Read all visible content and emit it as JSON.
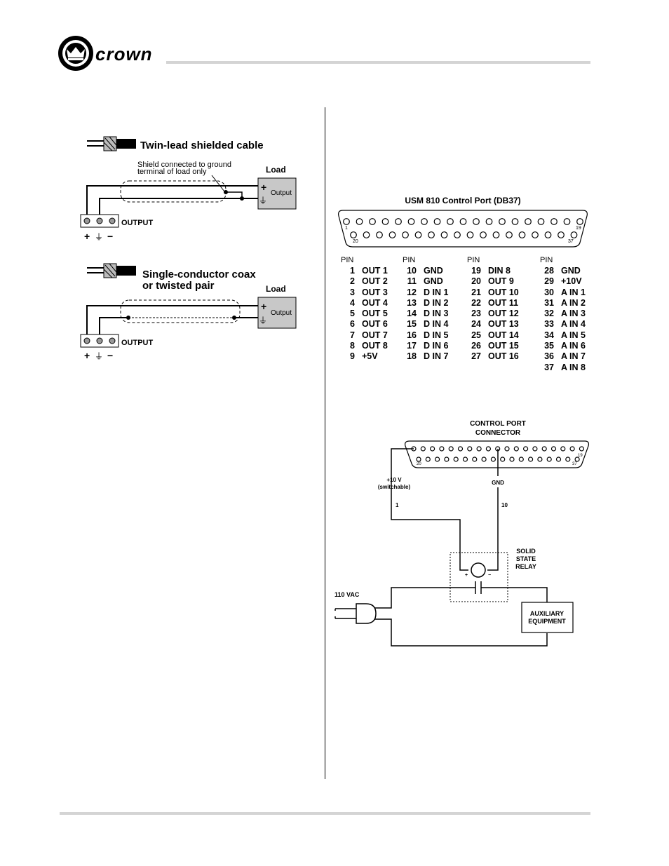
{
  "header": {
    "brand": "crown",
    "logo": "crown-logo-icon"
  },
  "diagram1": {
    "title": "Twin-lead shielded cable",
    "note_line1": "Shield connected to ground",
    "note_line2": "terminal of load only",
    "load_label": "Load",
    "output_box_label": "Output",
    "terminal_label": "OUTPUT",
    "terminal_plus": "+",
    "terminal_ground": "⏚",
    "terminal_minus": "−",
    "load_plus": "+"
  },
  "diagram2": {
    "title_line1": "Single-conductor coax",
    "title_line2": "or twisted pair",
    "load_label": "Load",
    "output_box_label": "Output",
    "terminal_label": "OUTPUT",
    "terminal_plus": "+",
    "terminal_ground": "⏚",
    "terminal_minus": "−",
    "load_plus": "+"
  },
  "db37": {
    "title": "USM 810 Control Port (DB37)",
    "pin_1": "1",
    "pin_19": "19",
    "pin_20": "20",
    "pin_37": "37",
    "pin_header": "PIN",
    "columns": [
      [
        [
          "1",
          "OUT 1"
        ],
        [
          "2",
          "OUT 2"
        ],
        [
          "3",
          "OUT 3"
        ],
        [
          "4",
          "OUT 4"
        ],
        [
          "5",
          "OUT 5"
        ],
        [
          "6",
          "OUT 6"
        ],
        [
          "7",
          "OUT 7"
        ],
        [
          "8",
          "OUT 8"
        ],
        [
          "9",
          "+5V"
        ]
      ],
      [
        [
          "10",
          "GND"
        ],
        [
          "11",
          "GND"
        ],
        [
          "12",
          "D IN 1"
        ],
        [
          "13",
          "D IN 2"
        ],
        [
          "14",
          "D IN 3"
        ],
        [
          "15",
          "D IN 4"
        ],
        [
          "16",
          "D IN 5"
        ],
        [
          "17",
          "D IN 6"
        ],
        [
          "18",
          "D IN 7"
        ]
      ],
      [
        [
          "19",
          "DIN 8"
        ],
        [
          "20",
          "OUT 9"
        ],
        [
          "21",
          "OUT 10"
        ],
        [
          "22",
          "OUT 11"
        ],
        [
          "23",
          "OUT 12"
        ],
        [
          "24",
          "OUT 13"
        ],
        [
          "25",
          "OUT 14"
        ],
        [
          "26",
          "OUT 15"
        ],
        [
          "27",
          "OUT 16"
        ]
      ],
      [
        [
          "28",
          "GND"
        ],
        [
          "29",
          "+10V"
        ],
        [
          "30",
          "A IN 1"
        ],
        [
          "31",
          "A IN 2"
        ],
        [
          "32",
          "A IN 3"
        ],
        [
          "33",
          "A IN 4"
        ],
        [
          "34",
          "A IN 5"
        ],
        [
          "35",
          "A IN 6"
        ],
        [
          "36",
          "A IN 7"
        ],
        [
          "37",
          "A IN 8"
        ]
      ]
    ]
  },
  "relay": {
    "connector_line1": "CONTROL PORT",
    "connector_line2": "CONNECTOR",
    "pin_1": "1",
    "pin_19": "19",
    "pin_20": "20",
    "pin_37": "37",
    "v_label_line1": "+10 V",
    "v_label_line2": "(switchable)",
    "wire1_label": "1",
    "gnd_label": "GND",
    "wire10_label": "10",
    "relay_line1": "SOLID",
    "relay_line2": "STATE",
    "relay_line3": "RELAY",
    "relay_plus": "+",
    "relay_minus": "−",
    "vac_label": "110 VAC",
    "aux_line1": "AUXILIARY",
    "aux_line2": "EQUIPMENT"
  }
}
